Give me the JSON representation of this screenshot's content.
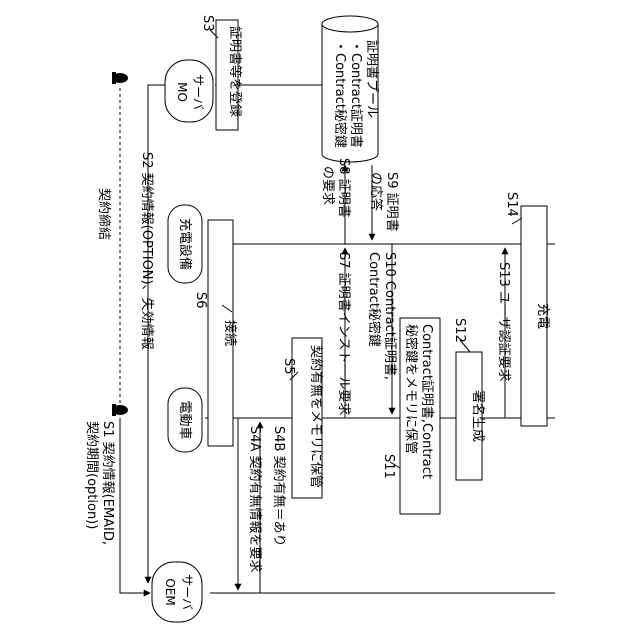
{
  "entities": {
    "mo_server": "MO\nサーバ",
    "oem_server": "OEM\nサーバ",
    "vehicle": "電動車",
    "charger": "充電設備",
    "cert_pool": [
      "証明書プール",
      "・Contract証明書",
      "・Contract秘密鍵"
    ]
  },
  "step_ids": {
    "s1": "S1",
    "s2": "S2",
    "s3": "S3",
    "s4a": "S4A",
    "s4b": "S4B",
    "s5": "S5",
    "s6": "S6",
    "s7": "S7",
    "s8": "S8",
    "s9": "S9",
    "s10": "S10",
    "s11": "S11",
    "s12": "S12",
    "s13": "S13",
    "s14": "S14"
  },
  "messages": {
    "contract_conclusion": "契約締結",
    "s1": [
      "S1 契約情報(EMAID,",
      "契約期間(option))"
    ],
    "s2": "S2 契約情報(OPTION)、失効情報",
    "s3_box": "証明書等を登録",
    "s4a": "S4A 契約有無情報を要求",
    "s4b": "S4B 契約有無＝あり",
    "s5_box": "契約有無をメモリに保管",
    "s6_box": "接続",
    "s7": "S7 証明書インストール要求",
    "s8": [
      "S8 証明書",
      "の要求"
    ],
    "s9": [
      "S9 証明書",
      "の応答"
    ],
    "s10": [
      "S10 Contract証明書,",
      "Contract秘密鍵"
    ],
    "s11_box": [
      "Contract証明書,Contract",
      "秘密鍵をメモリに保管"
    ],
    "s12_box": "署名生成",
    "s13": "S13 ユーザ認証要求",
    "s14_box": "充電"
  }
}
